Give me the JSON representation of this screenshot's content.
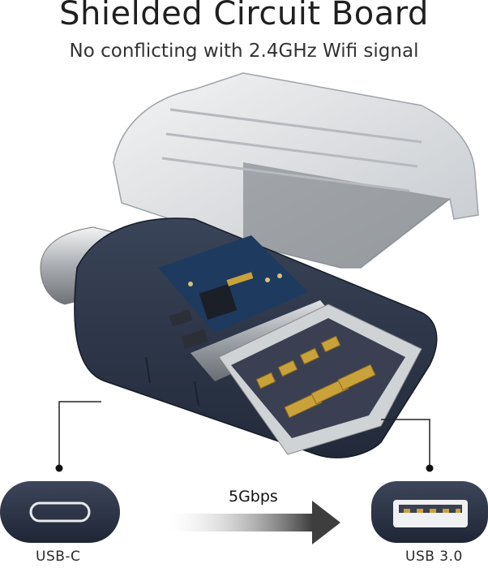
{
  "title": "Shielded Circuit Board",
  "subtitle": "No conflicting with 2.4GHz Wifi signal",
  "labels": {
    "left_port": "USB-C",
    "right_port": "USB 3.0",
    "speed": "5Gbps"
  },
  "colors": {
    "background": "#ffffff",
    "body": "#2b3447",
    "pcb": "#1e3a5f",
    "gold": "#c9a23a",
    "cover": "#d8dadd",
    "arrow": "#4a4a4a"
  }
}
